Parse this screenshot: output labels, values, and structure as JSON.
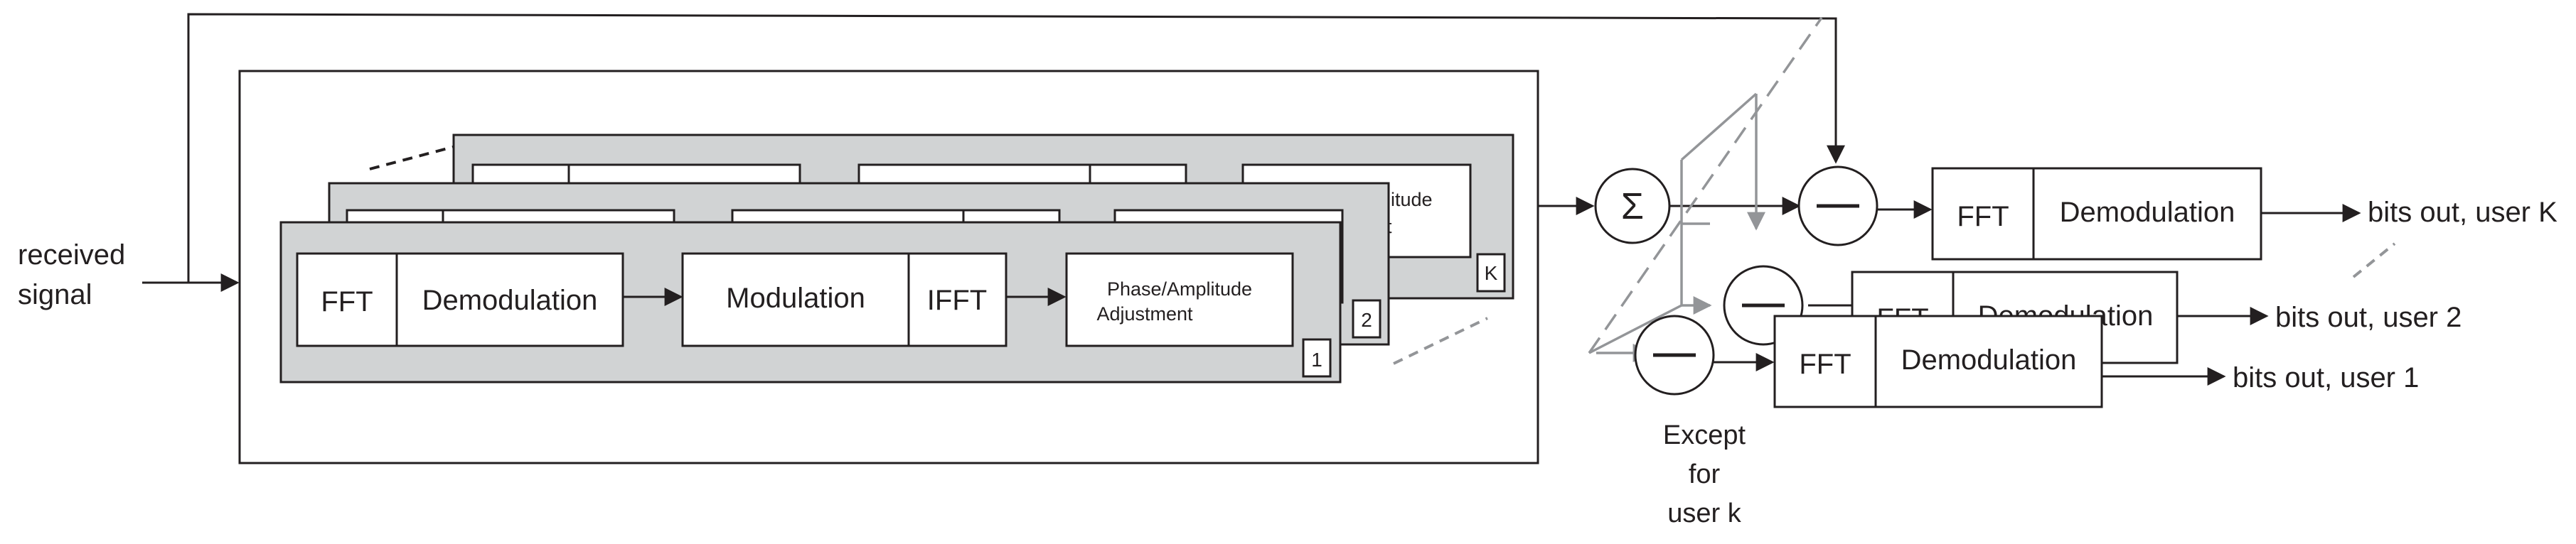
{
  "input": {
    "line1": "received",
    "line2": "signal"
  },
  "chain": {
    "fft": "FFT",
    "demod": "Demodulation",
    "mod": "Modulation",
    "ifft": "IFFT",
    "phase_line1": "Phase/Amplitude",
    "phase_line2": "Adjustment",
    "phase_partial_1": "plitude",
    "phase_partial_2": "nt"
  },
  "panels": {
    "user1": "1",
    "user2": "2",
    "userK": "K"
  },
  "sum_symbol": "Σ",
  "note": {
    "line1": "Except",
    "line2": "for",
    "line3": "user k"
  },
  "outputs": {
    "userK": "bits out, user K",
    "user2": "bits out, user 2",
    "user1": "bits out, user 1",
    "fft": "FFT",
    "demod": "Demodulation",
    "partial_fft": "FFT",
    "partial_demod": "Demodulation"
  },
  "colors": {
    "stroke": "#231f20",
    "panel": "#d1d3d4",
    "grey": "#939598"
  }
}
